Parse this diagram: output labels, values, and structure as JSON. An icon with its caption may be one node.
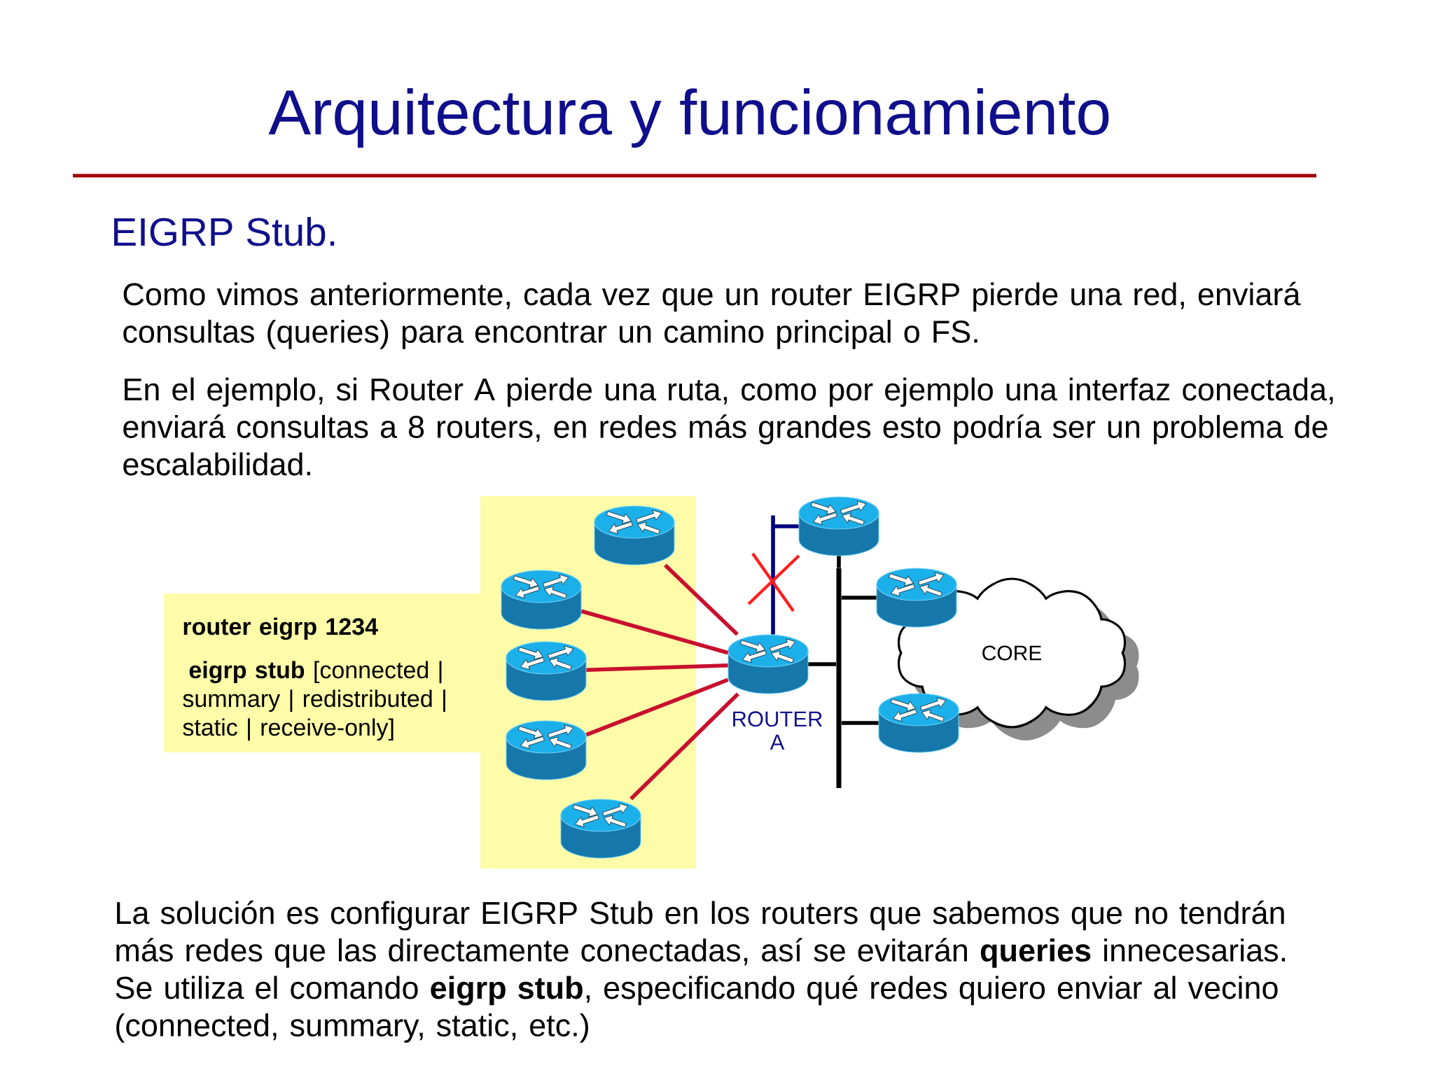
{
  "diagram": {
    "title": "Arquitectura y funcionamiento",
    "nodes": [
      {
        "text": [
          "router eigrp 1234",
          "**eigrp stub** [connected | summary | redistributed | static | receive-only]"
        ]
      },
      {
        "text": [],
        "shape": "cylinder",
        "in": 0
      },
      {
        "text": [],
        "shape": "cylinder",
        "in": 0
      },
      {
        "text": [],
        "shape": "cylinder",
        "in": 0
      },
      {
        "text": [],
        "shape": "cylinder",
        "in": 0
      },
      {
        "text": [],
        "shape": "cylinder",
        "in": 0
      },
      {
        "text": [],
        "shape": "cylinder",
        "beside": [
          "ROUTER A"
        ]
      },
      {
        "text": [],
        "shape": "cylinder"
      },
      {
        "text": [],
        "shape": "cylinder"
      },
      {
        "text": [],
        "shape": "cylinder"
      },
      {
        "text": [],
        "shape": "bar"
      },
      {
        "text": [
          "CORE"
        ]
      }
    ],
    "edges": [
      {
        "from": 1,
        "to": 6,
        "arrow": "none",
        "color": "#c8102e"
      },
      {
        "from": 2,
        "to": 6,
        "arrow": "none",
        "color": "#c8102e"
      },
      {
        "from": 3,
        "to": 6,
        "arrow": "none",
        "color": "#c8102e"
      },
      {
        "from": 4,
        "to": 6,
        "arrow": "none",
        "color": "#c8102e"
      },
      {
        "from": 5,
        "to": 6,
        "arrow": "none",
        "color": "#c8102e"
      },
      {
        "from": 6,
        "to": 7,
        "arrow": "none",
        "color": "#000080"
      },
      {
        "from": 6,
        "to": 10,
        "arrow": "none",
        "color": "#000000"
      },
      {
        "from": 7,
        "to": 10,
        "arrow": "none",
        "color": "#000000"
      },
      {
        "from": 8,
        "to": 10,
        "arrow": "none",
        "color": "#000000"
      },
      {
        "from": 9,
        "to": 10,
        "arrow": "none",
        "color": "#000000"
      }
    ],
    "labels": [
      "EIGRP Stub.",
      "Como vimos anteriormente, cada vez que un router EIGRP pierde una red, enviará consultas (queries) para encontrar un camino principal o FS.",
      "En el ejemplo, si Router A pierde una ruta, como por ejemplo una interfaz conectada, enviará consultas a 8 routers, en redes más grandes esto podría ser un problema de escalabilidad.",
      "La solución es configurar EIGRP Stub en los routers que sabemos que no tendrán más redes que las directamente conectadas, así se evitarán **queries** innecesarias. Se utiliza el comando **eigrp stub**, especificando qué redes quiero enviar al vecino (connected, summary, static, etc.)"
    ]
  }
}
